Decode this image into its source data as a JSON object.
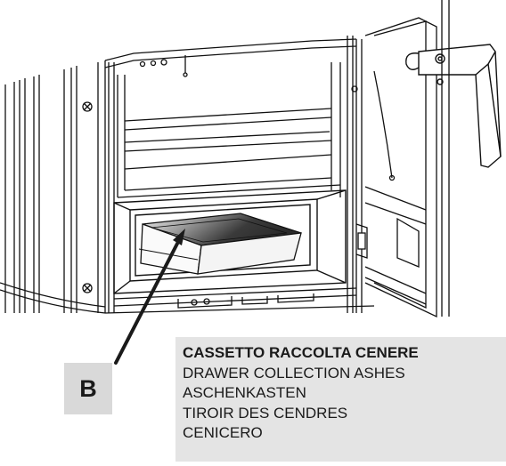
{
  "callout": {
    "letter": "B"
  },
  "caption": {
    "title": "CASSETTO RACCOLTA CENERE",
    "lines": [
      "DRAWER COLLECTION ASHES",
      "ASCHENKASTEN",
      "TIROIR DES CENDRES",
      "CENICERO"
    ]
  },
  "colors": {
    "caption_bg": "#e4e4e4",
    "badge_bg": "#d9d9d9",
    "ink": "#1a1a1a"
  }
}
